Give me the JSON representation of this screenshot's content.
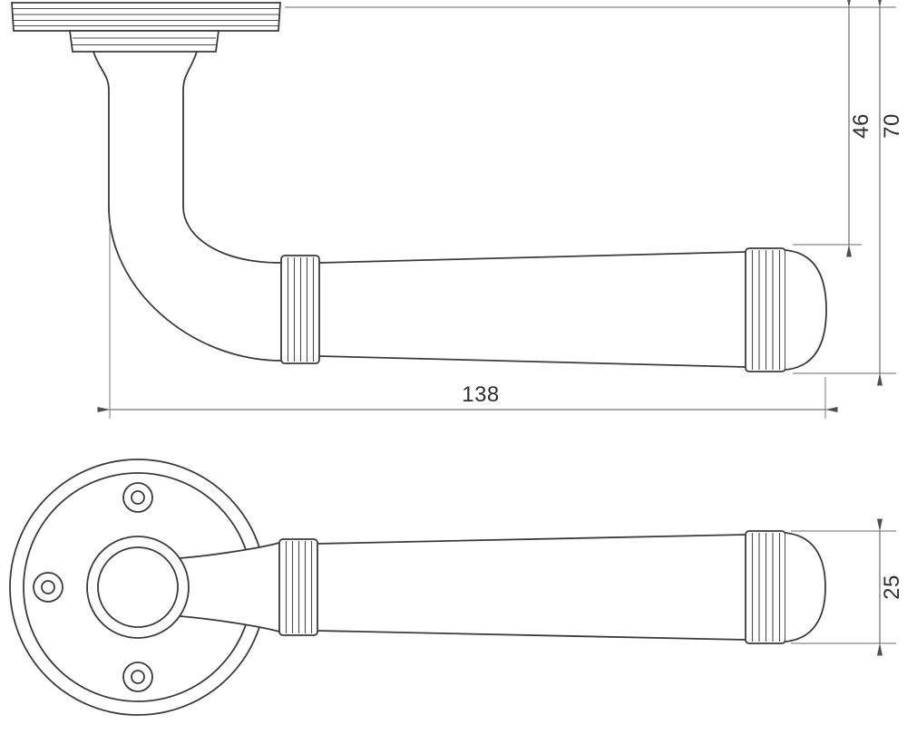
{
  "page": {
    "background": "#ffffff",
    "line_color": "#3a3a3a",
    "dimension_color": "#4f4f4f"
  },
  "dimensions": {
    "side_projection_inner": "46",
    "side_projection_overall": "70",
    "lever_length": "138",
    "grip_diameter": "25"
  }
}
